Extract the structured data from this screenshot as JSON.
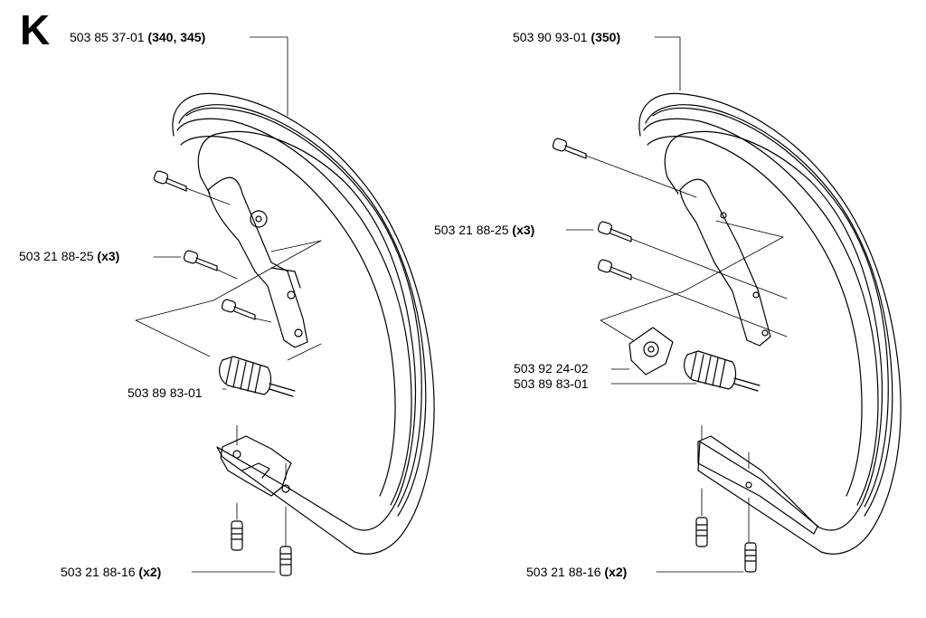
{
  "section_letter": "K",
  "left_assembly": {
    "handle": {
      "part_no": "503 85 37-01",
      "models": "(340, 345)"
    },
    "screws_a": {
      "part_no": "503 21 88-25",
      "qty": "(x3)"
    },
    "buffer": {
      "part_no": "503 89 83-01"
    },
    "screws_b": {
      "part_no": "503 21 88-16",
      "qty": "(x2)"
    }
  },
  "right_assembly": {
    "handle": {
      "part_no": "503 90 93-01",
      "models": "(350)"
    },
    "screws_a": {
      "part_no": "503 21 88-25",
      "qty": "(x3)"
    },
    "bracket": {
      "part_no": "503 92 24-02"
    },
    "buffer": {
      "part_no": "503 89 83-01"
    },
    "screws_b": {
      "part_no": "503 21 88-16",
      "qty": "(x2)"
    }
  }
}
